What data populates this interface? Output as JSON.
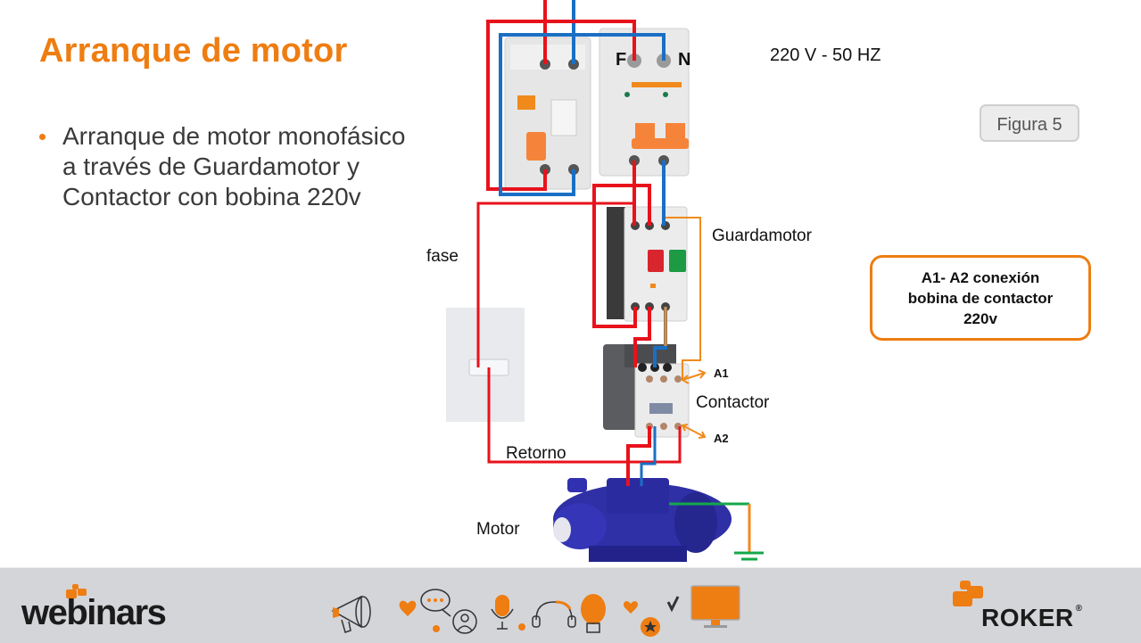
{
  "slide": {
    "title": "Arranque de motor",
    "bullet": "Arranque de motor monofásico a través de Guardamotor y Contactor con bobina 220v"
  },
  "diagram": {
    "supply_label": "220 V - 50 HZ",
    "terminal_f": "F",
    "terminal_n": "N",
    "figure_badge": "Figura 5",
    "guardamotor_label": "Guardamotor",
    "fase_label": "fase",
    "contactor_label": "Contactor",
    "a1_label": "A1",
    "a2_label": "A2",
    "retorno_label": "Retorno",
    "motor_label": "Motor",
    "callout": {
      "line1": "A1- A2 conexión",
      "line2": "bobina de contactor",
      "line3": "220v"
    },
    "wire_colors": {
      "phase": "#e8121b",
      "neutral": "#1a6fc4",
      "control": "#f08a1c",
      "ground": "#14a84a"
    }
  },
  "footer": {
    "left_logo": "webinars",
    "right_logo": "ROKER",
    "registered": "®",
    "accent": "#ee7d12",
    "decor_icons": [
      "megaphone-icon",
      "heart-icon",
      "chat-bubble-icon",
      "user-icon",
      "microphone-icon",
      "headphones-icon",
      "lightbulb-icon",
      "star-icon",
      "checkmark-icon",
      "monitor-icon"
    ]
  }
}
